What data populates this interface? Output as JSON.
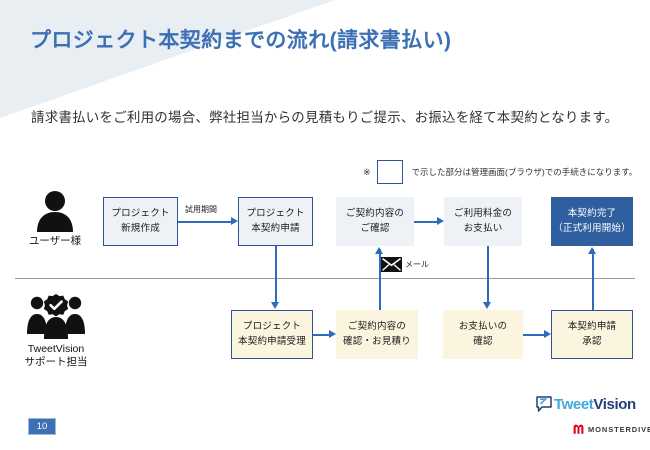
{
  "slide": {
    "title": "プロジェクト本契約までの流れ(請求書払い)",
    "lead": "請求書払いをご利用の場合、弊社担当からの見積もりご提示、お振込を経て本契約となります。",
    "page_number": "10",
    "title_color": "#3d6fb4",
    "accent_color": "#2e6bb8",
    "solid_box_color": "#2f5f9e",
    "cream_box_color": "#fbf4df",
    "tint_box_color": "#eef1f6"
  },
  "legend": {
    "mark": "※",
    "text": "で示した部分は管理画面(ブラウザ)での手続きになります。"
  },
  "actors": [
    {
      "label_line1": "ユーザー様",
      "label_line2": "",
      "icon": "single-person-icon"
    },
    {
      "label_line1": "TweetVision",
      "label_line2": "サポート担当",
      "icon": "support-team-icon"
    }
  ],
  "flow": {
    "user_row": [
      {
        "id": "project-new",
        "line1": "プロジェクト",
        "line2": "新規作成",
        "style": "browser",
        "tint": "tint-blue"
      },
      {
        "id": "project-contract-apply",
        "line1": "プロジェクト",
        "line2": "本契約申請",
        "style": "browser",
        "tint": "tint-blue"
      },
      {
        "id": "contract-detail-check",
        "line1": "ご契約内容の",
        "line2": "ご確認",
        "style": "plain",
        "tint": "tint-blue"
      },
      {
        "id": "fee-payment",
        "line1": "ご利用料金の",
        "line2": "お支払い",
        "style": "plain",
        "tint": "tint-blue"
      },
      {
        "id": "contract-complete",
        "line1": "本契約完了",
        "line2": "（正式利用開始）",
        "style": "solid",
        "tint": "solid"
      }
    ],
    "support_row": [
      {
        "id": "apply-received",
        "line1": "プロジェクト",
        "line2": "本契約申請受理",
        "style": "browser",
        "tint": "tint-cream"
      },
      {
        "id": "detail-quote",
        "line1": "ご契約内容の",
        "line2": "確認・お見積り",
        "style": "plain",
        "tint": "tint-cream"
      },
      {
        "id": "payment-check",
        "line1": "お支払いの",
        "line2": "確認",
        "style": "plain",
        "tint": "tint-cream"
      },
      {
        "id": "apply-approve",
        "line1": "本契約申請",
        "line2": "承認",
        "style": "browser",
        "tint": "tint-cream"
      }
    ],
    "connector_labels": {
      "trial_period": "試用期間",
      "mail": "メール"
    }
  },
  "footer": {
    "tweetvision_t1": "Tweet",
    "tweetvision_t2": "Vision",
    "monsterdive": "MONSTERDIVE"
  }
}
